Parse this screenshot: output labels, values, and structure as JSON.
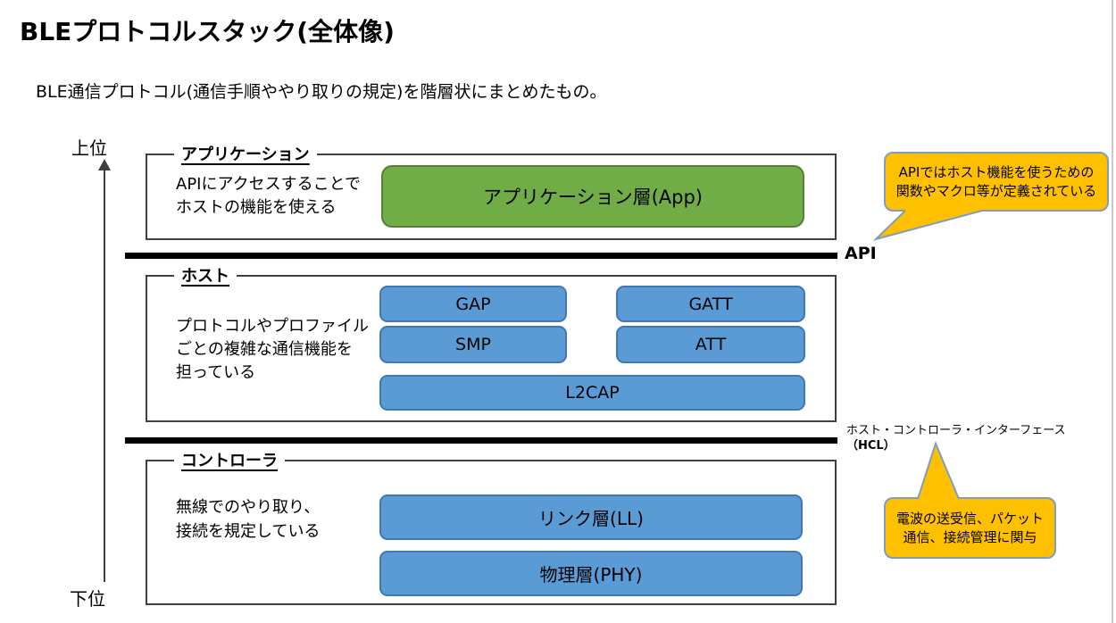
{
  "page": {
    "title": "BLEプロトコルスタック(全体像)",
    "subtitle": "BLE通信プロトコル(通信手順ややり取りの規定)を階層状にまとめたもの。"
  },
  "axis": {
    "top_label": "上位",
    "bottom_label": "下位"
  },
  "layers": {
    "application": {
      "legend": "アプリケーション",
      "description": "APIにアクセスすることで\nホストの機能を使える",
      "block": "アプリケーション層(App)"
    },
    "host": {
      "legend": "ホスト",
      "description": "プロトコルやプロファイル\nごとの複雑な通信機能を\n担っている",
      "blocks": {
        "gap": "GAP",
        "gatt": "GATT",
        "smp": "SMP",
        "att": "ATT",
        "l2cap": "L2CAP"
      }
    },
    "controller": {
      "legend": "コントローラ",
      "description": "無線でのやり取り、\n接続を規定している",
      "blocks": {
        "link": "リンク層(LL)",
        "phy": "物理層(PHY)"
      }
    }
  },
  "interfaces": {
    "api": {
      "label": "API"
    },
    "hci": {
      "label_line1": "ホスト・コントローラ・インターフェース",
      "label_line2": "（HCL）"
    }
  },
  "callouts": {
    "api_note": "APIではホスト機能を使うための\n関数やマクロ等が定義されている",
    "hci_note": "電波の送受信、パケット\n通信、接続管理に関与"
  },
  "colors": {
    "green_fill": "#70AD47",
    "green_border": "#538135",
    "blue_fill": "#5B9BD5",
    "blue_border": "#4177B3",
    "orange_fill": "#FFC000",
    "callout_border": "#7E9DC0",
    "bar_color": "#000000"
  }
}
